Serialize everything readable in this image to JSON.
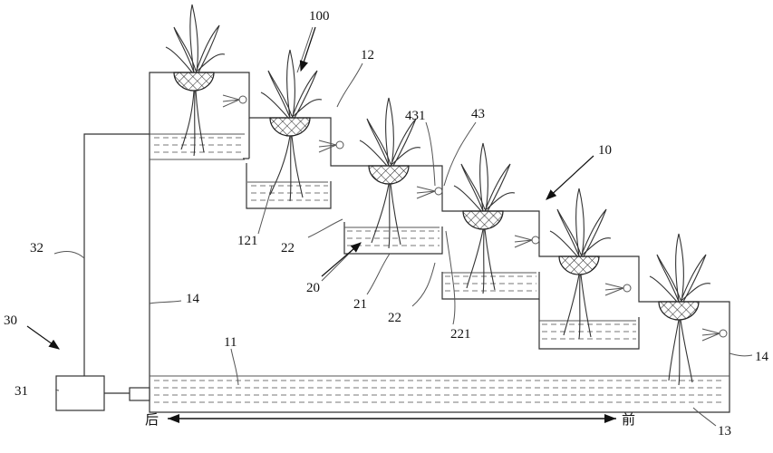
{
  "labels": {
    "l100": "100",
    "l12": "12",
    "l431": "431",
    "l43": "43",
    "l10": "10",
    "l121": "121",
    "l22a": "22",
    "l20": "20",
    "l21": "21",
    "l22b": "22",
    "l221": "221",
    "l32": "32",
    "l30": "30",
    "l14a": "14",
    "l11": "11",
    "l14b": "14",
    "l31": "31",
    "l13": "13"
  },
  "direction": {
    "back": "后",
    "front": "前"
  }
}
